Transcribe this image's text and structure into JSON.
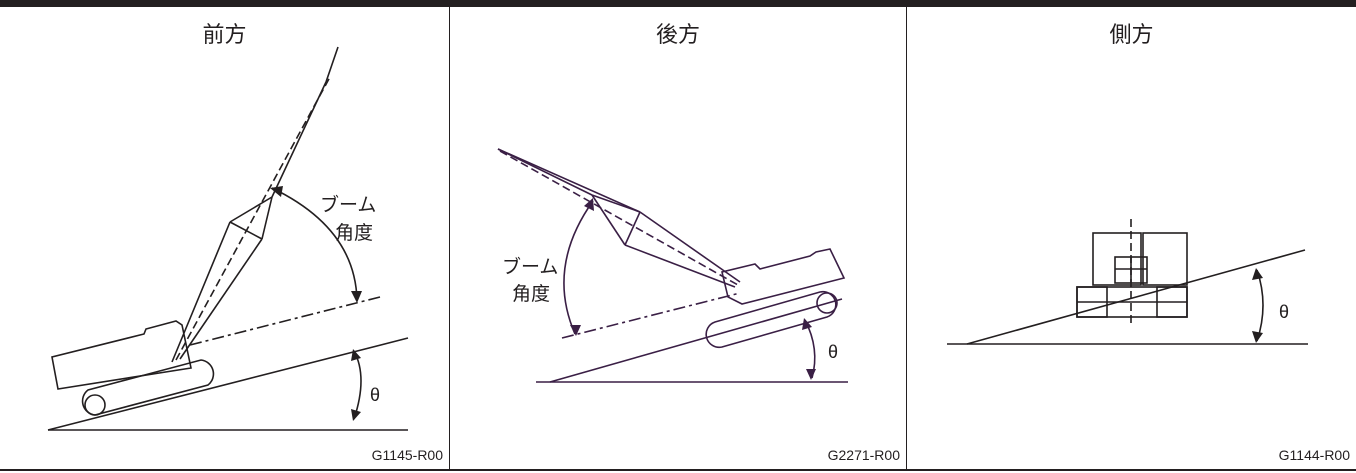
{
  "panels": [
    {
      "header": "前方",
      "figure_code": "G1145-R00",
      "boom_label_1": "ブーム",
      "boom_label_2": "角度",
      "angle_label": "θ"
    },
    {
      "header": "後方",
      "figure_code": "G2271-R00",
      "boom_label_1": "ブーム",
      "boom_label_2": "角度",
      "angle_label": "θ"
    },
    {
      "header": "側方",
      "figure_code": "G1144-R00",
      "angle_label": "θ"
    }
  ],
  "colors": {
    "line": "#231f20",
    "rear_panel_line": "#3a1f45"
  }
}
